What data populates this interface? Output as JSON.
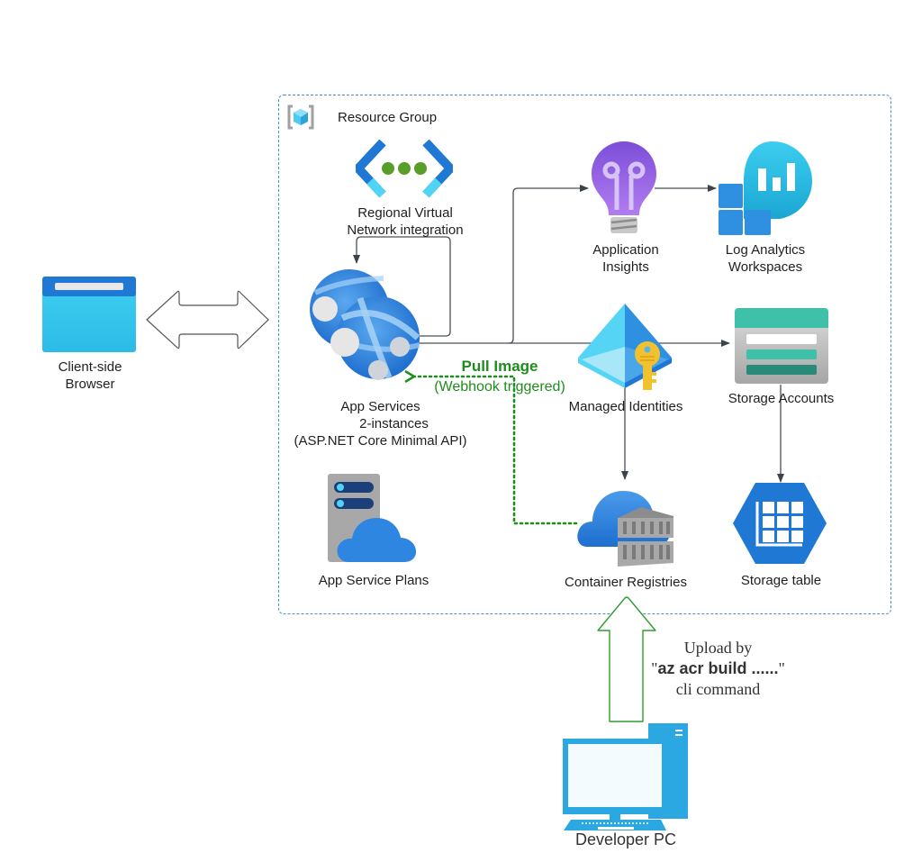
{
  "diagram": {
    "container": {
      "label": "Resource Group",
      "border_color": "#4a90d9"
    },
    "nodes": {
      "vnet": {
        "line1": "Regional Virtual",
        "line2": "Network integration"
      },
      "app_services": {
        "line1": "App Services",
        "line2": "2-instances",
        "line3": "(ASP.NET Core Minimal API)"
      },
      "app_insights": {
        "line1": "Application",
        "line2": "Insights"
      },
      "log_analytics": {
        "line1": "Log Analytics",
        "line2": "Workspaces"
      },
      "managed_identities": {
        "label": "Managed Identities"
      },
      "storage_accounts": {
        "label": "Storage Accounts"
      },
      "app_service_plans": {
        "label": "App Service Plans"
      },
      "container_registries": {
        "label": "Container Registries"
      },
      "storage_table": {
        "label": "Storage table"
      },
      "browser": {
        "line1": "Client-side",
        "line2": "Browser"
      },
      "developer_pc": {
        "label": "Developer PC"
      }
    },
    "edges": {
      "pull_image": {
        "title": "Pull Image",
        "subtitle": "(Webhook triggered)",
        "color": "#1e8c1e"
      },
      "upload": {
        "line1": "Upload by",
        "quote_open": "\"",
        "command": "az acr build ......",
        "quote_close": "\"",
        "line3": "cli command",
        "color": "#2e9e2e"
      }
    },
    "colors": {
      "azure_blue": "#1e78d4",
      "light_blue": "#36c8ee",
      "purple": "#8a4fd6",
      "teal": "#3ec1a8",
      "key_yellow": "#f2c12e",
      "vnet_green": "#5a9e2a",
      "connector": "#4a4f57"
    }
  }
}
